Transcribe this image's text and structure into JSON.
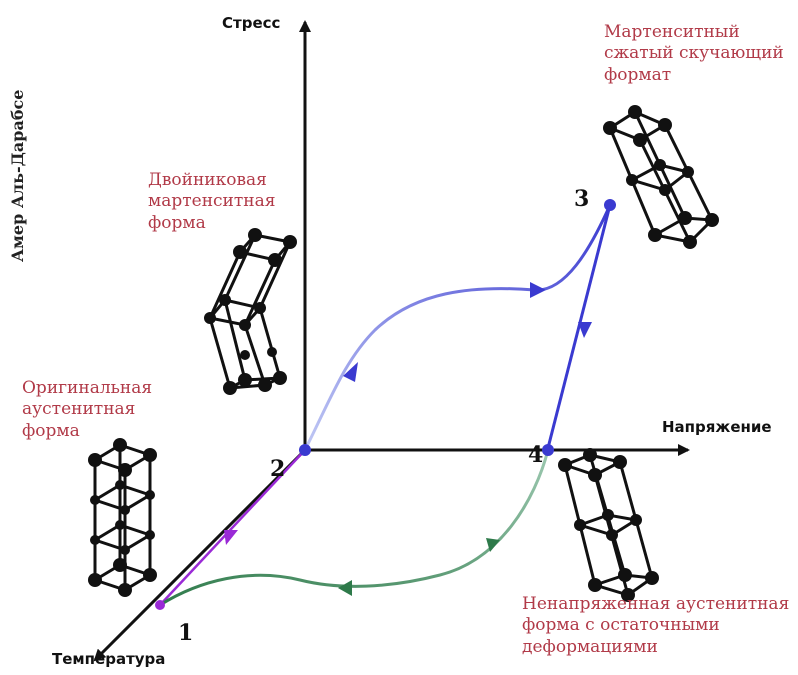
{
  "axes": {
    "stress": "Стресс",
    "strain": "Напряжение",
    "temperature": "Температура"
  },
  "author": "Амер Аль-Дарабсе",
  "forms": {
    "twinned_martensite": [
      "Двойниковая",
      "мартенситная",
      "форма"
    ],
    "original_austenite": [
      "Оригинальная",
      "аустенитная",
      "форма"
    ],
    "compressed_martensite": [
      "Мартенситный",
      "сжатый скучающий",
      "формат"
    ],
    "unstressed_austenite": [
      "Ненапряженная аустенитная",
      "форма с остаточными",
      "деформациями"
    ]
  },
  "points": {
    "p1": "1",
    "p2": "2",
    "p3": "3",
    "p4": "4"
  },
  "colors": {
    "label_red": "#b13a48",
    "path_purple": "#9a2ad6",
    "path_blue": "#3a3ad0",
    "path_blue_light": "#8a9ae8",
    "path_green": "#2e7a4a",
    "path_green_light": "#9cc8b0",
    "axis": "#111111"
  }
}
